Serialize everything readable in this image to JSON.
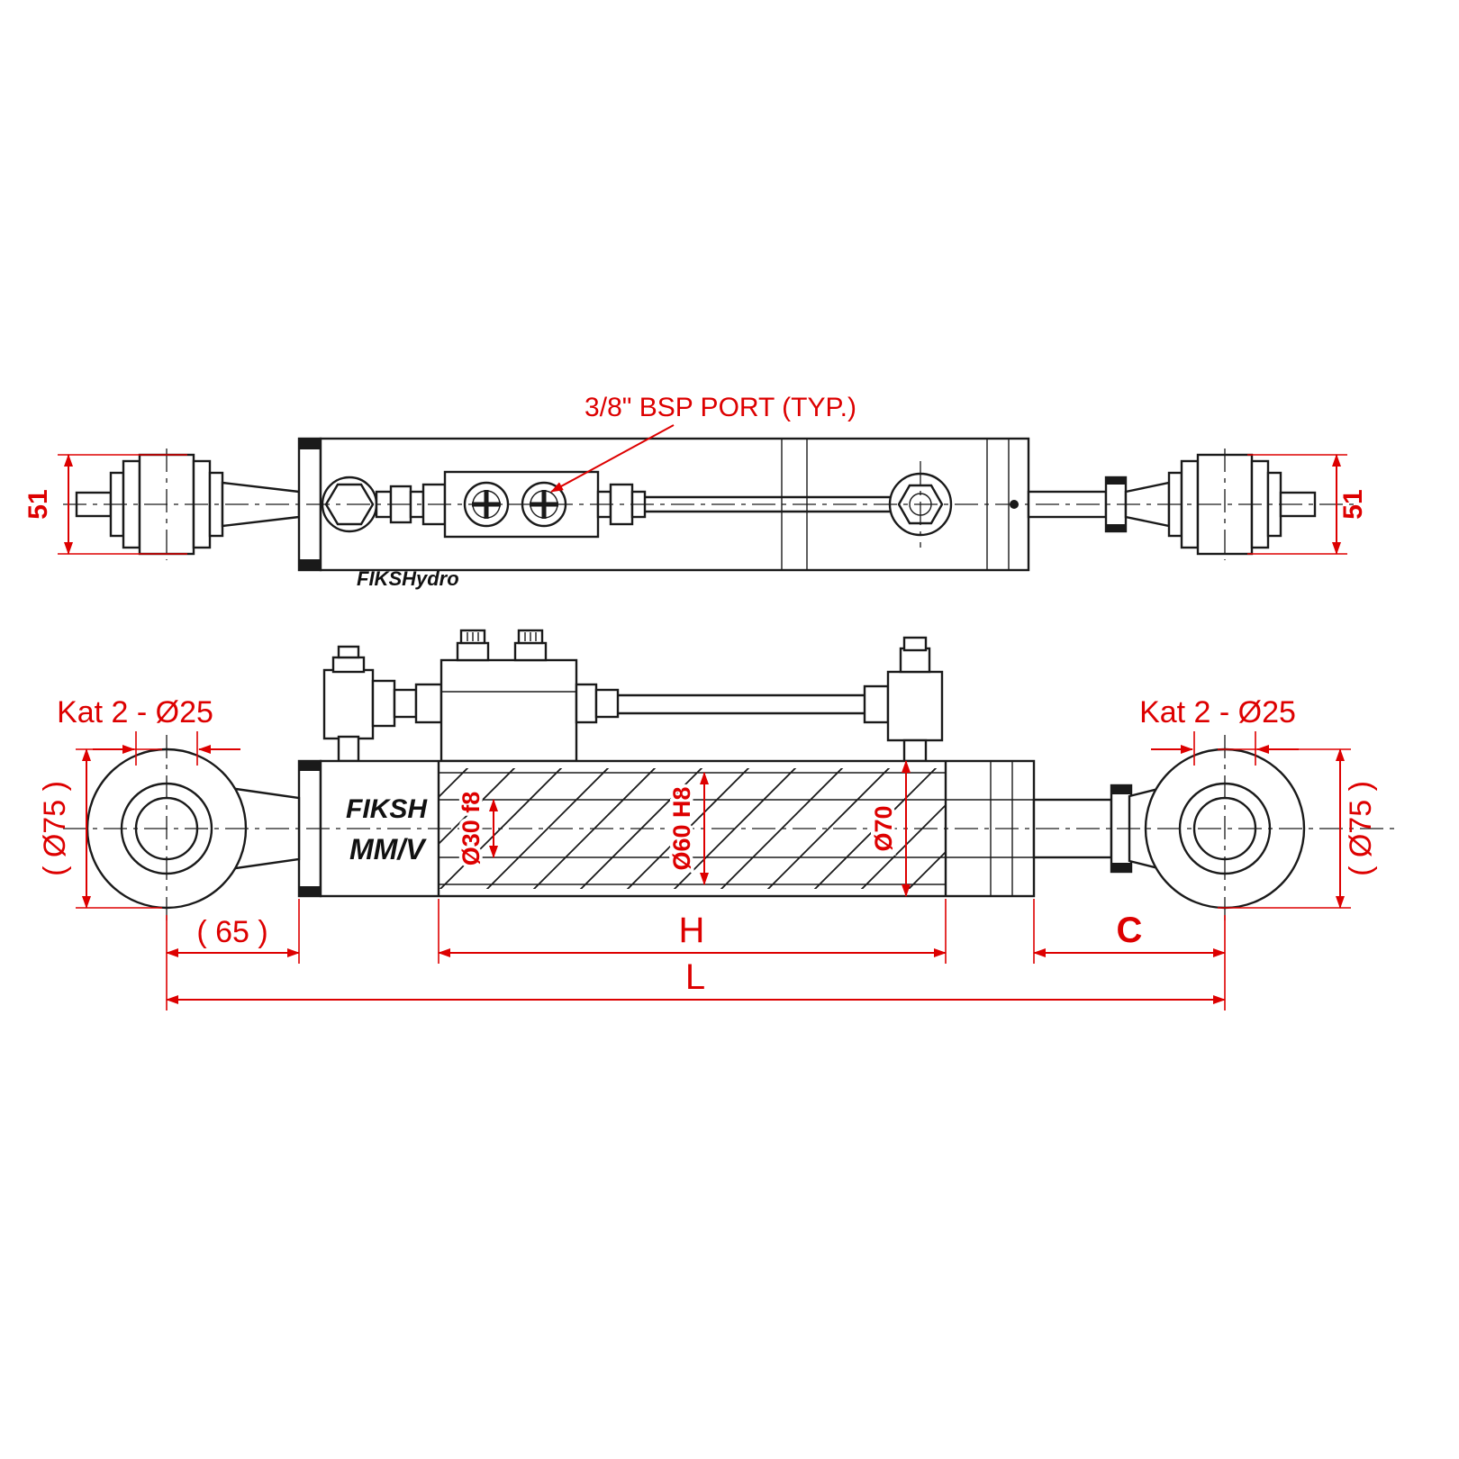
{
  "drawing": {
    "type": "technical-drawing",
    "subject": "hydraulic top link cylinder, two orthographic views with dimensions",
    "colors": {
      "line": "#1a1a1a",
      "dimension": "#dd0000",
      "background": "#ffffff"
    },
    "top_view": {
      "port_label": "3/8\" BSP PORT (TYP.)",
      "dim_51_left": "51",
      "dim_51_right": "51",
      "brand": "FIKSHydro"
    },
    "side_view": {
      "kat_left": "Kat 2 - Ø25",
      "kat_right": "Kat 2 - Ø25",
      "dia75_left": "( Ø75 )",
      "dia75_right": "( Ø75 )",
      "rod_dia": "Ø30 f8",
      "bore_dia": "Ø60 H8",
      "tube_dia": "Ø70",
      "brand_line1": "FIKSH",
      "brand_line2": "MM/V",
      "dim_65": "( 65 )",
      "dim_h": "H",
      "dim_c": "C",
      "dim_l": "L"
    }
  }
}
